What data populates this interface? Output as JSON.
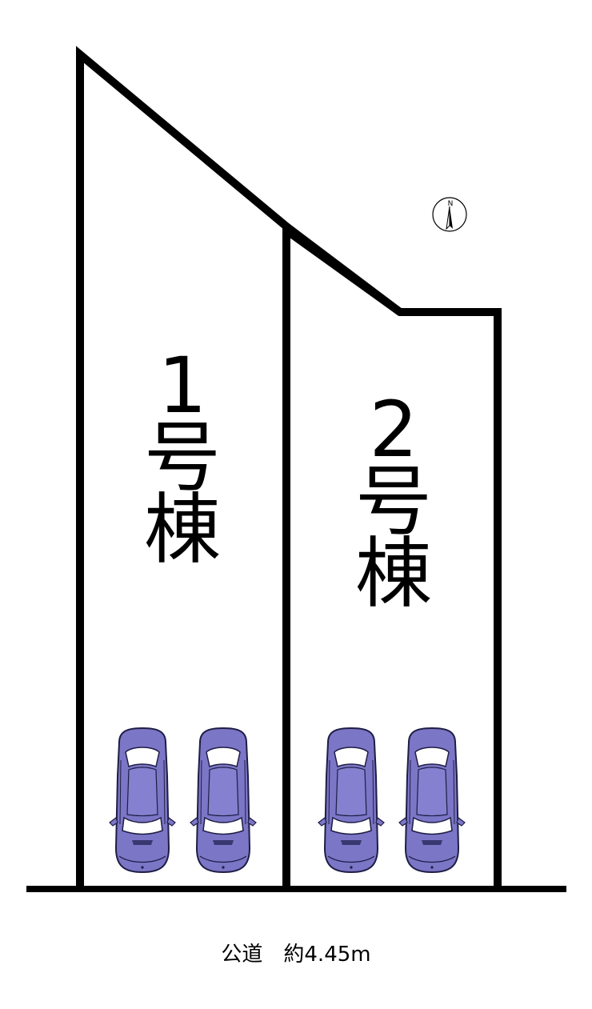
{
  "lots": [
    {
      "number": "1",
      "char1": "号",
      "char2": "棟"
    },
    {
      "number": "2",
      "char1": "号",
      "char2": "棟"
    }
  ],
  "north_arrow": {
    "letter": "N"
  },
  "road": {
    "label": "公道　約4.45m"
  },
  "colors": {
    "boundary": "#000000",
    "car_body": "#7b76c6",
    "car_outline": "#1f1d45",
    "car_window": "#ffffff"
  },
  "icons": {
    "north": "north-arrow-icon",
    "car": "car-icon"
  }
}
